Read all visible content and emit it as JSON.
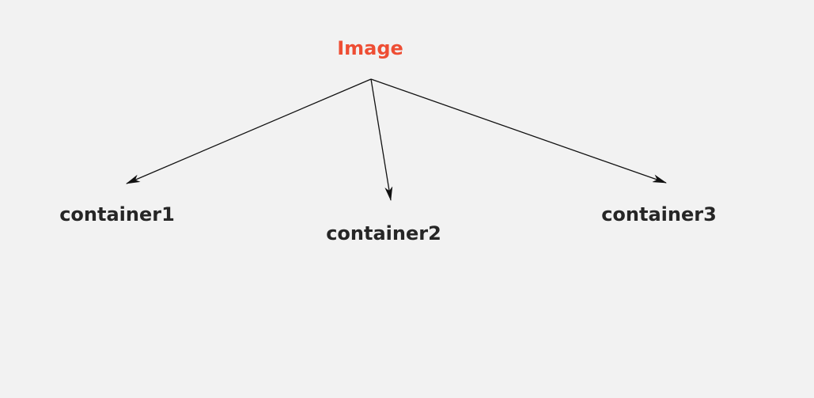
{
  "diagram": {
    "root": {
      "label": "Image",
      "color": "#ee4e34"
    },
    "children": [
      {
        "label": "container1"
      },
      {
        "label": "container2"
      },
      {
        "label": "container3"
      }
    ],
    "text_color": "#262626",
    "edge_color": "#111111",
    "background": "#f2f2f2"
  }
}
